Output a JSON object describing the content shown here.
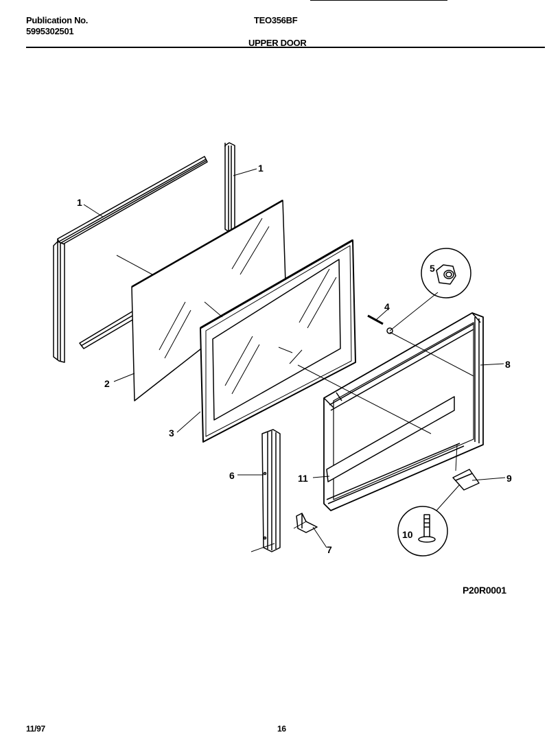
{
  "header": {
    "publication_label": "Publication No.",
    "publication_number": "5995302501",
    "model": "TEO356BF",
    "section_title": "UPPER DOOR"
  },
  "diagram": {
    "part_callouts": [
      "1",
      "1",
      "2",
      "3",
      "4",
      "5",
      "6",
      "7",
      "8",
      "9",
      "10",
      "11"
    ],
    "reference_code": "P20R0001"
  },
  "footer": {
    "date": "11/97",
    "page": "16"
  }
}
